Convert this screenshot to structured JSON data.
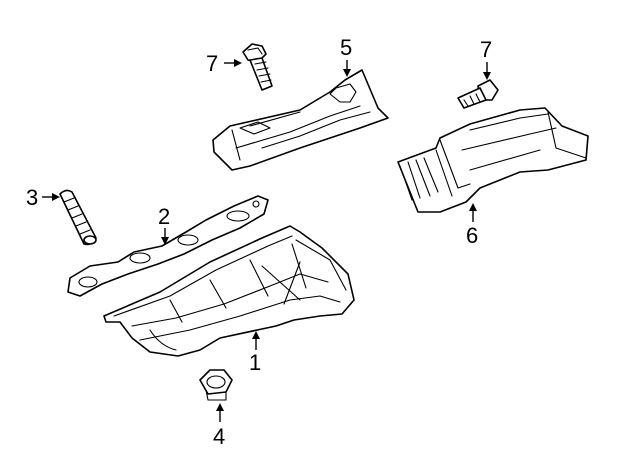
{
  "callouts": {
    "c1": "1",
    "c2": "2",
    "c3": "3",
    "c4": "4",
    "c5": "5",
    "c6": "6",
    "c7a": "7",
    "c7b": "7"
  },
  "colors": {
    "line": "#000000",
    "background": "#ffffff"
  }
}
